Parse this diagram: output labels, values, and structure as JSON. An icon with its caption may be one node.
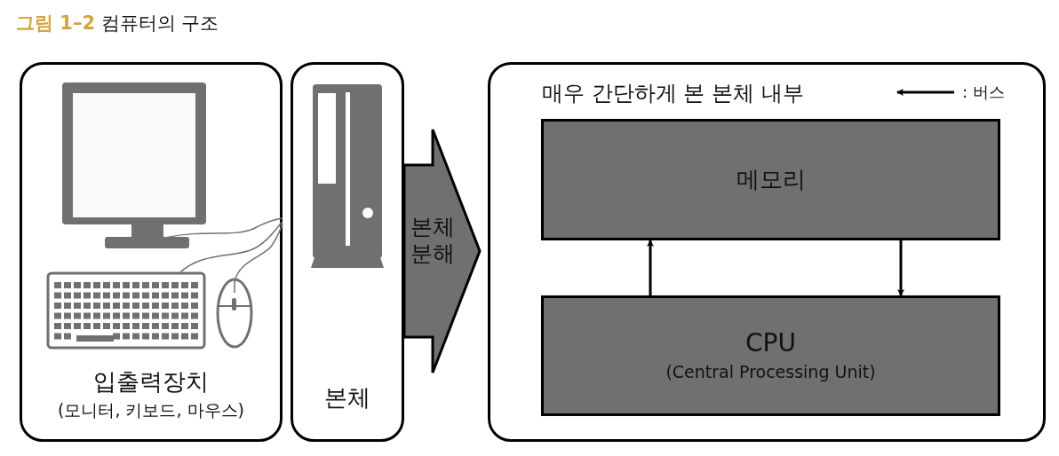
{
  "diagram": {
    "title": "**그림 1–2** 컴퓨터의 구조",
    "nodes": [
      {
        "text": [
          "입출력장치",
          "(모니터, 키보드, 마우스)"
        ]
      },
      {
        "text": [
          "본체"
        ]
      },
      {
        "text": [
          "매우 간단하게 본 본체 내부"
        ]
      },
      {
        "text": [
          "메모리"
        ],
        "in": 2
      },
      {
        "text": [
          "CPU",
          "(Central Processing Unit)"
        ],
        "in": 2
      }
    ],
    "edges": [
      {
        "from": 1,
        "to": 2,
        "arrow": "to",
        "label": "본체 분해",
        "style": "thick"
      },
      {
        "from": 4,
        "to": 3,
        "arrow": "to"
      },
      {
        "from": 3,
        "to": 4,
        "arrow": "to"
      }
    ],
    "legend": [
      {
        "text": ": 버스"
      }
    ]
  }
}
